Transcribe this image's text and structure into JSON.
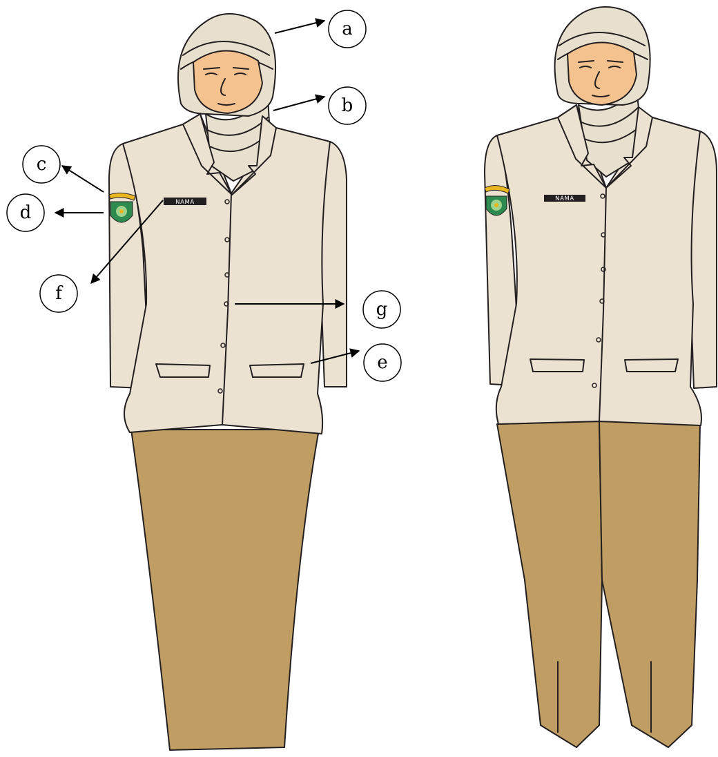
{
  "figures": [
    {
      "id": "skirt-figure",
      "name_badge": "NAMA"
    },
    {
      "id": "trousers-figure",
      "name_badge": "NAMA"
    }
  ],
  "callouts": [
    {
      "label": "a",
      "target": "headscarf"
    },
    {
      "label": "b",
      "target": "neck-scarf"
    },
    {
      "label": "c",
      "target": "shoulder-tab"
    },
    {
      "label": "d",
      "target": "sleeve-emblem"
    },
    {
      "label": "e",
      "target": "pocket-flap"
    },
    {
      "label": "f",
      "target": "name-badge"
    },
    {
      "label": "g",
      "target": "front-buttons"
    }
  ],
  "colors": {
    "jacket": "#ebe2d2",
    "headscarf": "#e8e0cf",
    "skin": "#f4c28f",
    "bottoms": "#bf9d63",
    "badge": "#231f20",
    "shoulder_tab": "#e9b61f",
    "emblem": "#2e8a4f",
    "outline": "#231f20"
  }
}
